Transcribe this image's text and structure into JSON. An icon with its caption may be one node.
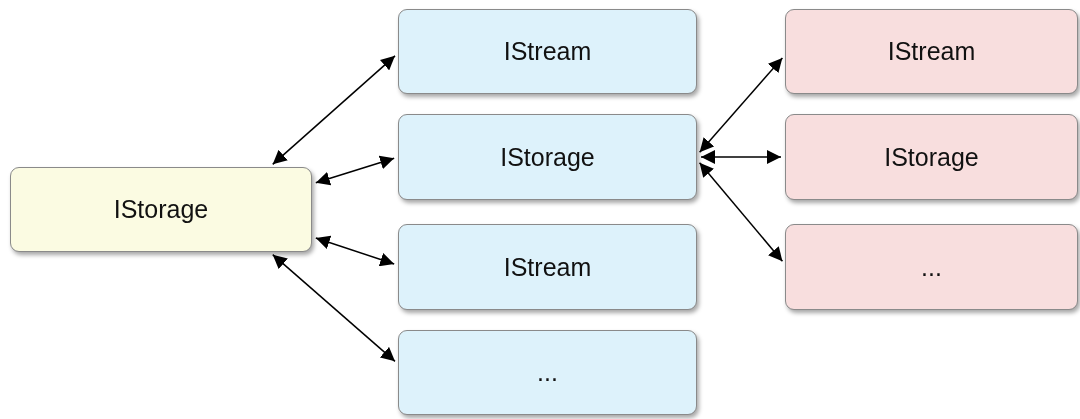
{
  "diagram": {
    "nodes": [
      {
        "text": [
          "IStorage"
        ]
      },
      {
        "text": [
          "IStream"
        ]
      },
      {
        "text": [
          "IStorage"
        ]
      },
      {
        "text": [
          "IStream"
        ]
      },
      {
        "text": [
          "..."
        ]
      },
      {
        "text": [
          "IStream"
        ]
      },
      {
        "text": [
          "IStorage"
        ]
      },
      {
        "text": [
          "..."
        ]
      }
    ],
    "edges": [
      {
        "from": 0,
        "to": 1,
        "arrow": "both"
      },
      {
        "from": 0,
        "to": 2,
        "arrow": "both"
      },
      {
        "from": 0,
        "to": 3,
        "arrow": "both"
      },
      {
        "from": 0,
        "to": 4,
        "arrow": "both"
      },
      {
        "from": 2,
        "to": 5,
        "arrow": "both"
      },
      {
        "from": 2,
        "to": 6,
        "arrow": "both"
      },
      {
        "from": 2,
        "to": 7,
        "arrow": "both"
      }
    ]
  }
}
